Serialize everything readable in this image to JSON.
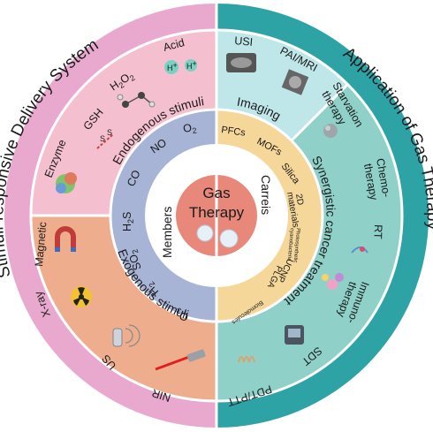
{
  "center": {
    "line1": "Gas",
    "line2": "Therapy"
  },
  "outer_left": "Stimuli-responsive Delivery System",
  "outer_right": "Application of Gas Therapy",
  "endogenous": {
    "title": "Endogenous stimuli",
    "items": [
      "Enzyme",
      "GSH",
      "H",
      "2",
      "O",
      "2",
      "Acid",
      "H",
      "+",
      "H",
      "+"
    ]
  },
  "exogenous": {
    "title": "Exogenous stimuli",
    "items": [
      "Magnetic",
      "X-ray",
      "US",
      "NIR"
    ]
  },
  "members": {
    "title": "Members",
    "gases": [
      "O",
      "2",
      "NO",
      "CO",
      "H",
      "2",
      "S",
      "SO",
      "2",
      "H",
      "2",
      "O",
      "3"
    ]
  },
  "carriers": {
    "title": "Carreis",
    "items": [
      "PFCs",
      "MOFs",
      "Silica",
      "2D",
      "materials",
      "Photosynthetic",
      "cyanobacteria",
      "UCNP",
      "PLGA",
      "Biomolecules"
    ]
  },
  "imaging": {
    "title": "Imaging",
    "items": [
      "USI",
      "PAI/MRI"
    ]
  },
  "synergistic": {
    "title": "Synergistic cancer treatment",
    "items": [
      "Starvation",
      "therapy",
      "Chemo-",
      "therapy",
      "RT",
      "Immuno-",
      "therapy",
      "SDT",
      "PDT/PTT"
    ]
  },
  "colors": {
    "outer_left": "#e9a9cf",
    "outer_right": "#2ea3a6",
    "endo": "#f4bfcf",
    "exo": "#eeae8e",
    "members": "#a7b4d6",
    "carriers": "#f6d79a",
    "carriers_inner": "#f8e39a",
    "imaging": "#bfe7ea",
    "synergy": "#8fd1c9",
    "core": "#e8887b",
    "divider": "#ffffff"
  }
}
